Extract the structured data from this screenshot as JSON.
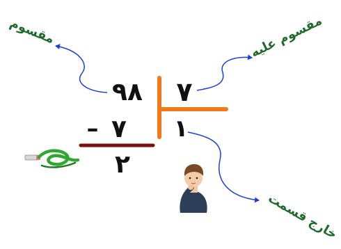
{
  "labels": {
    "dividend": "مقسوم",
    "divisor": "مقسوم علیه",
    "quotient": "خارج قسمت"
  },
  "numbers": {
    "dividend": "۹۸",
    "divisor": "۷",
    "quotient": "۱",
    "subtrahend": "۷",
    "minus": "–",
    "remainder": "۲"
  },
  "colors": {
    "division_bracket": "#f07a1a",
    "subtraction_line": "#7a1212",
    "arrows": "#1a3fe0",
    "labels": "#1e6b2a",
    "digits": "#111111"
  },
  "decorations": {
    "left_icon": "pencil-with-green-loop-icon",
    "right_icon": "thinking-boy-icon"
  }
}
